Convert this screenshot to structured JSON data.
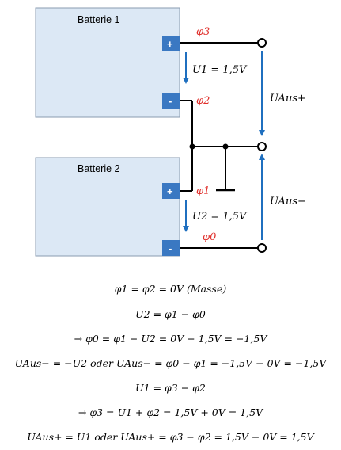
{
  "battery1": {
    "label": "Batterie 1",
    "plus": "+",
    "minus": "-"
  },
  "battery2": {
    "label": "Batterie 2",
    "plus": "+",
    "minus": "-"
  },
  "potentials": {
    "phi3": "φ3",
    "phi2": "φ2",
    "phi1": "φ1",
    "phi0": "φ0"
  },
  "voltages": {
    "u1": "U1 = 1,5V",
    "u2": "U2 = 1,5V",
    "u_aus_plus": "UAus+",
    "u_aus_minus": "UAus−"
  },
  "equations": [
    "φ1 = φ2 = 0V (Masse)",
    "U2 = φ1 − φ0",
    "→ φ0 = φ1 − U2 = 0V − 1,5V = −1,5V",
    "UAus− = −U2 oder UAus− = φ0 − φ1 = −1,5V − 0V = −1,5V",
    "U1 = φ3 − φ2",
    "→ φ3 = U1 + φ2 = 1,5V + 0V = 1,5V",
    "UAus+ = U1 oder UAus+ = φ3 − φ2 = 1,5V − 0V = 1,5V"
  ],
  "colors": {
    "battery_fill": "#dce8f5",
    "battery_border": "#8a9bb0",
    "terminal": "#3a78c2",
    "arrow": "#1f6fbf",
    "potential_text": "#e0302c"
  }
}
